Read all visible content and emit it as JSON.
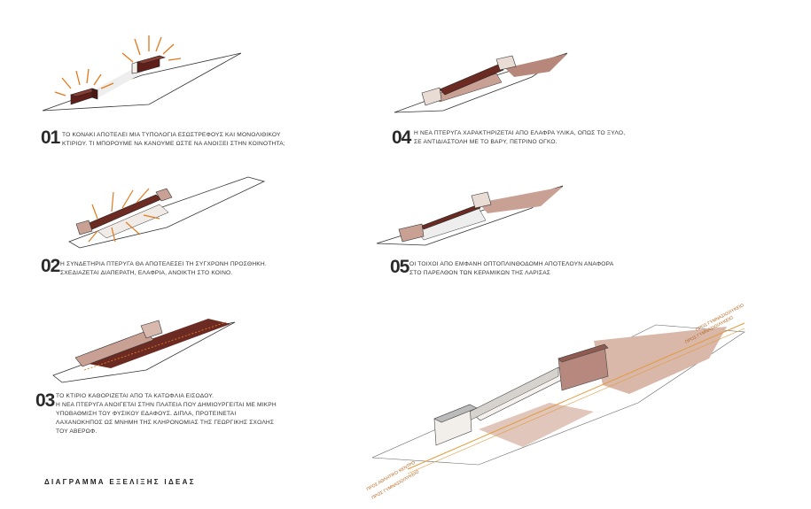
{
  "steps": [
    {
      "num": "01",
      "lines": [
        "ΤΟ ΚΟΝΑΚΙ ΑΠΟΤΕΛΕΙ ΜΙΑ ΤΥΠΟΛΟΓΙΑ ΕΣΩΣΤΡΕΦΟΥΣ ΚΑΙ ΜΟΝΟΛΙΘΙΚΟΥ",
        "ΚΤΙΡΙΟΥ. ΤΙ ΜΠΟΡΟΥΜΕ ΝΑ ΚΑΝΟΥΜΕ ΩΣΤΕ ΝΑ ΑΝΟΙΞΕΙ ΣΤΗΝ ΚΟΙΝΟΤΗΤΑ;"
      ]
    },
    {
      "num": "02",
      "lines": [
        "Η ΣΥΝΔΕΤΗΡΙΑ ΠΤΕΡΥΓΑ ΘΑ ΑΠΟΤΕΛΕΣΕΙ ΤΗ ΣΥΓΧΡΟΝΗ ΠΡΟΣΘΗΚΗ.",
        "ΣΧΕΔΙΑΖΕΤΑΙ ΔΙΑΠΕΡΑΤΗ, ΕΛΑΦΡΙΑ, ΑΝΟΙΚΤΗ ΣΤΟ ΚΟΙΝΟ."
      ]
    },
    {
      "num": "03",
      "lines": [
        "ΤΟ ΚΤΙΡΙΟ ΚΑΘΟΡΙΖΕΤΑΙ ΑΠΟ ΤΑ ΚΑΤΩΦΛΙΑ ΕΙΣΟΔΟΥ.",
        "Η ΝΕΑ ΠΤΕΡΥΓΑ ΑΝΟΙΓΕΤΑΙ ΣΤΗΝ ΠΛΑΤΕΙΑ ΠΟΥ ΔΗΜΙΟΥΡΓΕΙΤΑΙ ΜΕ ΜΙΚΡΗ",
        "ΥΠΟΒΑΘΜΙΣΗ ΤΟΥ ΦΥΣΙΚΟΥ ΕΔΑΦΟΥΣ. ΔΙΠΛΑ, ΠΡΟΤΕΙΝΕΤΑΙ",
        "ΛΑΧΑΝΟΚΗΠΟΣ ΩΣ ΜΝΗΜΗ ΤΗΣ ΚΛΗΡΟΝΟΜΙΑΣ ΤΗΣ ΓΕΩΡΓΙΚΗΣ ΣΧΟΛΗΣ",
        "ΤΟΥ ΑΒΕΡΩΦ."
      ]
    },
    {
      "num": "04",
      "lines": [
        "Η ΝΕΑ ΠΤΕΡΥΓΑ ΧΑΡΑΚΤΗΡΙΖΕΤΑΙ ΑΠΟ ΕΛΑΦΡΑ ΥΛΙΚΑ, ΟΠΩΣ ΤΟ ΞΥΛΟ,",
        "ΣΕ ΑΝΤΙΔΙΑΣΤΟΛΗ ΜΕ ΤΟ ΒΑΡΥ, ΠΕΤΡΙΝΟ ΟΓΚΟ."
      ]
    },
    {
      "num": "05",
      "lines": [
        "ΟΙ ΤΟΙΧΟΙ ΑΠΟ ΕΜΦΑΝΗ ΟΠΤΟΠΛΙΝΘΟΔΟΜΗ ΑΠΟΤΕΛΟΥΝ ΑΝΑΦΟΡΑ",
        "ΣΤΟ ΠΑΡΕΛΘΟΝ ΤΩΝ ΚΕΡΑΜΙΚΩΝ ΤΗΣ ΛΑΡΙΣΑΣ"
      ]
    }
  ],
  "caption": "ΔΙΑΓΡΑΜΜΑ ΕΞΕΛΙΞΗΣ ΙΔΕΑΣ",
  "road_labels": {
    "top_a": "ΠΡΟΣ ΓΥΜΝΑΣΙΟ/ΛΥΚΕΙΟ",
    "top_b": "ΠΡΟΣ ΓΥΜΝΑΣΙΟ/ΛΥΚΕΙΟ",
    "bottom_a": "ΠΡΟΣ ΑΘΛΗΤΙΚΟ ΚΕΝΤΡΟ",
    "bottom_b": "ΠΡΟΣ ΓΥΜΝΑΣΙΟ/ΛΥΚΕΙΟ"
  },
  "colors": {
    "dark_brick": "#6b2a22",
    "mid_brick": "#9c5a4c",
    "light_brick": "#c9a194",
    "orange_arrow": "#e07a1e",
    "road_line": "#e39a3a"
  }
}
